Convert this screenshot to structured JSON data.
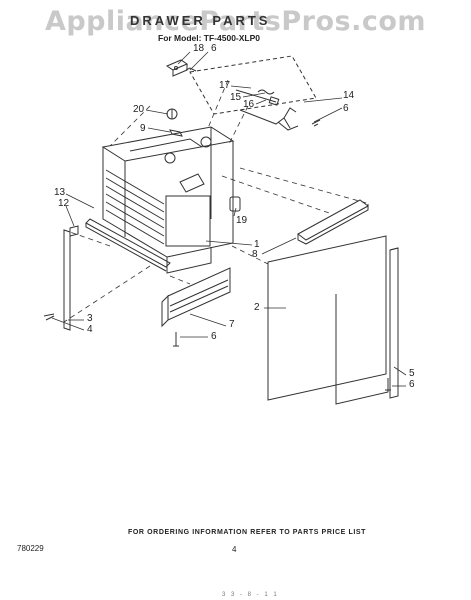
{
  "watermark": "AppliancePartsPros.com",
  "title": "DRAWER PARTS",
  "model_line": "For Model: TF-4500-XLP0",
  "callouts": {
    "c18": "18",
    "c6a": "6",
    "c17": "17",
    "c15": "15",
    "c16": "16",
    "c14": "14",
    "c6b": "6",
    "c20": "20",
    "c9": "9",
    "c13": "13",
    "c12": "12",
    "c19": "19",
    "c1": "1",
    "c8": "8",
    "c2": "2",
    "c3": "3",
    "c4": "4",
    "c7": "7",
    "c6c": "6",
    "c5": "5",
    "c6d": "6"
  },
  "footer": {
    "ordering_info": "FOR ORDERING INFORMATION REFER TO PARTS PRICE LIST",
    "doc_code": "780229",
    "page_number": "4",
    "bottom_mark": "3 3 - 8 - 1 1"
  }
}
